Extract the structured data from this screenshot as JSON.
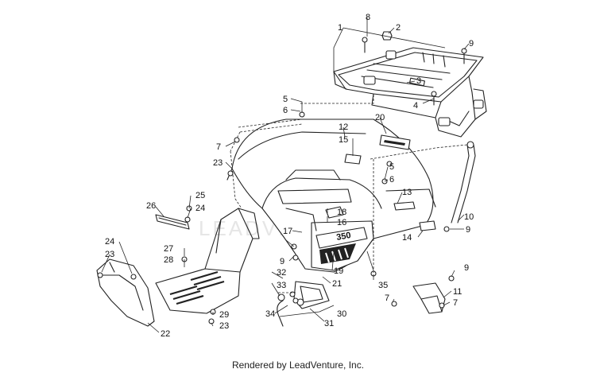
{
  "callouts": [
    "1",
    "2",
    "3",
    "4",
    "5",
    "6",
    "7",
    "8",
    "9",
    "10",
    "11",
    "12",
    "13",
    "14",
    "15",
    "16",
    "17",
    "18",
    "19",
    "20",
    "21",
    "22",
    "23",
    "24",
    "25",
    "26",
    "27",
    "28",
    "29",
    "30",
    "31",
    "32",
    "33",
    "34",
    "35"
  ],
  "decal_text": "350",
  "watermark": "LEADVENTURE",
  "footer": "Rendered by LeadVenture, Inc."
}
